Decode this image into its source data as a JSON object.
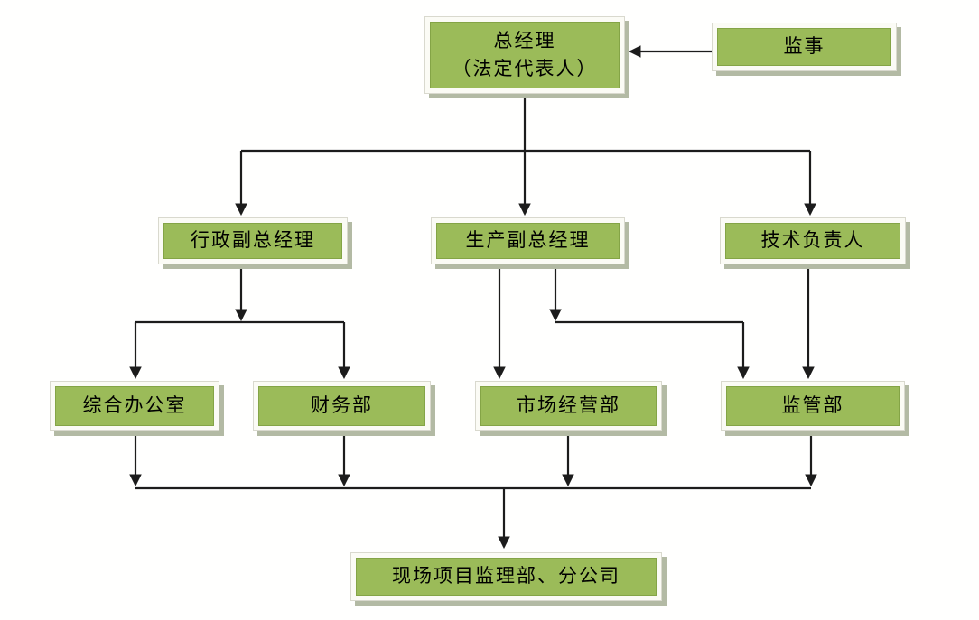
{
  "diagram": {
    "type": "org-chart",
    "colors": {
      "node_fill": "#9bbb59",
      "node_inner_border": "#84a446",
      "node_frame_fill": "#fbfbf5",
      "node_frame_border": "#d9d9ce",
      "node_shadow": "#b3baa4",
      "connector": "#1c1c1c",
      "background": "#ffffff",
      "text": "#000000"
    }
  },
  "nodes": [
    {
      "id": "general-manager",
      "label": "总经理",
      "label_line2": "（法定代表人）"
    },
    {
      "id": "supervisor",
      "label": "监事"
    },
    {
      "id": "admin-deputy-gm",
      "label": "行政副总经理"
    },
    {
      "id": "production-deputy-gm",
      "label": "生产副总经理"
    },
    {
      "id": "technical-director",
      "label": "技术负责人"
    },
    {
      "id": "general-office",
      "label": "综合办公室"
    },
    {
      "id": "finance-dept",
      "label": "财务部"
    },
    {
      "id": "marketing-dept",
      "label": "市场经营部"
    },
    {
      "id": "regulation-dept",
      "label": "监管部"
    },
    {
      "id": "site-supervision-branch",
      "label": "现场项目监理部、分公司"
    }
  ],
  "edges": [
    {
      "from": "监事",
      "to": "总经理（法定代表人）"
    },
    {
      "from": "总经理（法定代表人）",
      "to": "行政副总经理"
    },
    {
      "from": "总经理（法定代表人）",
      "to": "生产副总经理"
    },
    {
      "from": "总经理（法定代表人）",
      "to": "技术负责人"
    },
    {
      "from": "行政副总经理",
      "to": "综合办公室"
    },
    {
      "from": "行政副总经理",
      "to": "财务部"
    },
    {
      "from": "生产副总经理",
      "to": "市场经营部"
    },
    {
      "from": "生产副总经理",
      "to": "监管部"
    },
    {
      "from": "技术负责人",
      "to": "监管部"
    },
    {
      "from": "综合办公室",
      "to": "现场项目监理部、分公司"
    },
    {
      "from": "财务部",
      "to": "现场项目监理部、分公司"
    },
    {
      "from": "市场经营部",
      "to": "现场项目监理部、分公司"
    },
    {
      "from": "监管部",
      "to": "现场项目监理部、分公司"
    }
  ]
}
